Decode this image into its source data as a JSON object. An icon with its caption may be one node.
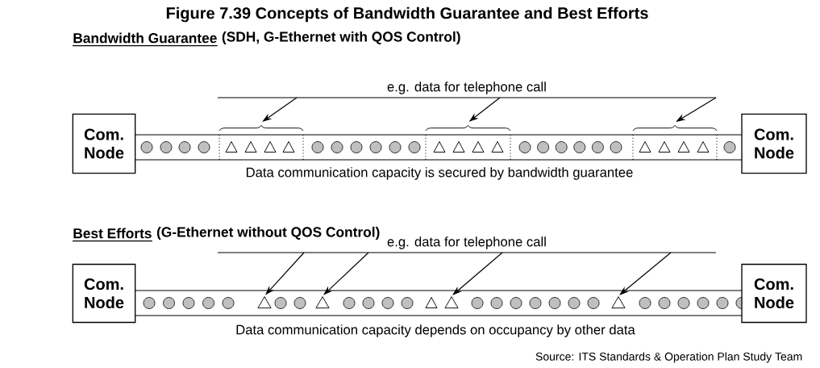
{
  "diagram": {
    "title": "Figure 7.39  Concepts of Bandwidth Guarantee and Best Efforts",
    "caption": "Source: ITS Standards & Operation Plan Study Team",
    "nodes": [
      {
        "text": [
          "Com. Node"
        ]
      },
      {
        "text": [
          "e.g. data for telephone call"
        ]
      },
      {
        "text": [],
        "shape": "brace"
      },
      {
        "text": [],
        "shape": "brace"
      },
      {
        "text": [],
        "shape": "brace"
      },
      {
        "text": [
          "Com. Node"
        ]
      },
      {
        "text": [
          "Com. Node"
        ]
      },
      {
        "text": [
          "e.g. data for telephone call"
        ]
      },
      {
        "text": [],
        "shape": "triangle"
      },
      {
        "text": [],
        "shape": "triangle"
      },
      {
        "text": [],
        "shape": "triangle"
      },
      {
        "text": [],
        "shape": "triangle"
      },
      {
        "text": [
          "Com. Node"
        ]
      }
    ],
    "edges": [
      {
        "from": 1,
        "to": 2,
        "arrow": "to"
      },
      {
        "from": 1,
        "to": 3,
        "arrow": "to"
      },
      {
        "from": 1,
        "to": 4,
        "arrow": "to"
      },
      {
        "from": 7,
        "to": 8,
        "arrow": "to"
      },
      {
        "from": 7,
        "to": 9,
        "arrow": "to"
      },
      {
        "from": 7,
        "to": 10,
        "arrow": "to"
      },
      {
        "from": 7,
        "to": 11,
        "arrow": "to"
      }
    ],
    "labels": [
      "Bandwidth Guarantee",
      "(SDH, G-Ethernet with QOS Control)",
      "Data communication capacity is secured by bandwidth guarantee",
      "Best Efforts",
      "(G-Ethernet without QOS Control)",
      "Data communication capacity depends on occupancy by other data"
    ]
  }
}
